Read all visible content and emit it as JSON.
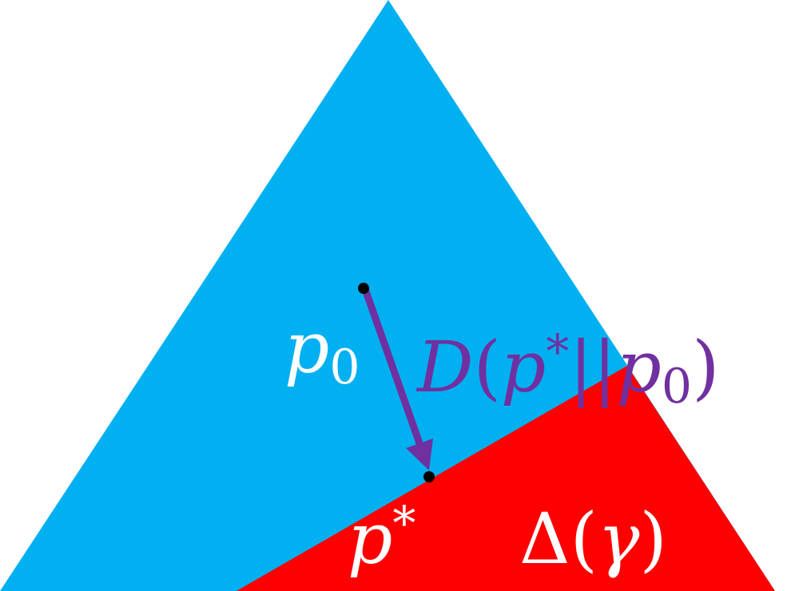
{
  "labels": {
    "p0_base": "p",
    "p0_sub": "0",
    "pstar_base": "p",
    "pstar_sup": "*",
    "divergence": {
      "D": "D",
      "open": "(",
      "p": "p",
      "star": "*",
      "bars": "||",
      "p2": "p",
      "sub": "0",
      "close": ")"
    },
    "region": {
      "delta": "Δ",
      "open": "(",
      "gamma": "γ",
      "close": ")"
    }
  },
  "colors": {
    "simplex": "#00B0F0",
    "region": "#FF0000",
    "arrow": "#7030A0",
    "divergence_text": "#7030A0",
    "label_text": "#FFFFFF",
    "point": "#000000"
  }
}
